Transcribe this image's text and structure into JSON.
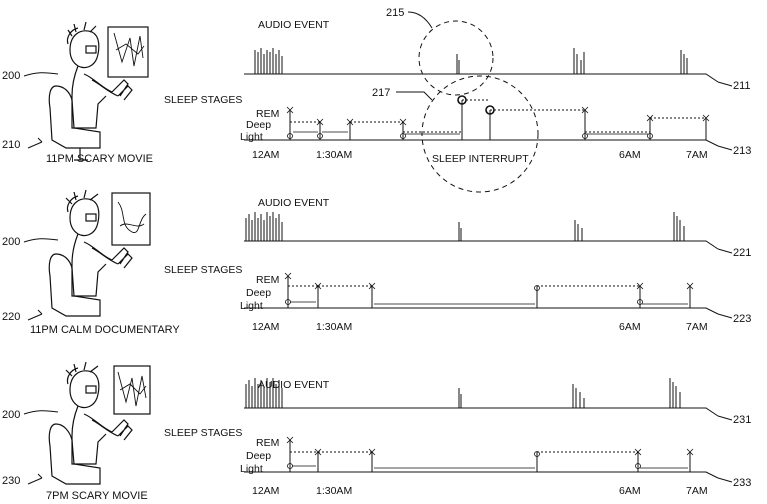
{
  "panels": [
    {
      "caption": "11PM SCARY MOVIE",
      "person_ref": "200",
      "panel_ref": "210",
      "audio_label": "AUDIO EVENT",
      "audio_ref": "211",
      "sleep_label": "SLEEP STAGES",
      "sleep_ref": "213",
      "stage_labels": [
        "REM",
        "Deep",
        "Light"
      ],
      "time_labels": [
        "12AM",
        "1:30AM",
        "6AM",
        "7AM"
      ]
    },
    {
      "caption": "11PM CALM DOCUMENTARY",
      "person_ref": "200",
      "panel_ref": "220",
      "audio_label": "AUDIO EVENT",
      "audio_ref": "221",
      "sleep_label": "SLEEP STAGES",
      "sleep_ref": "223",
      "stage_labels": [
        "REM",
        "Deep",
        "Light"
      ],
      "time_labels": [
        "12AM",
        "1:30AM",
        "6AM",
        "7AM"
      ]
    },
    {
      "caption": "7PM SCARY MOVIE",
      "person_ref": "200",
      "panel_ref": "230",
      "audio_label": "AUDIO EVENT",
      "audio_ref": "231",
      "sleep_label": "SLEEP STAGES",
      "sleep_ref": "233",
      "stage_labels": [
        "REM",
        "Deep",
        "Light"
      ],
      "time_labels": [
        "12AM",
        "1:30AM",
        "6AM",
        "7AM"
      ]
    }
  ],
  "callouts": {
    "audio_circle_ref": "215",
    "interrupt_ref": "217",
    "interrupt_label": "SLEEP INTERRUPT"
  }
}
